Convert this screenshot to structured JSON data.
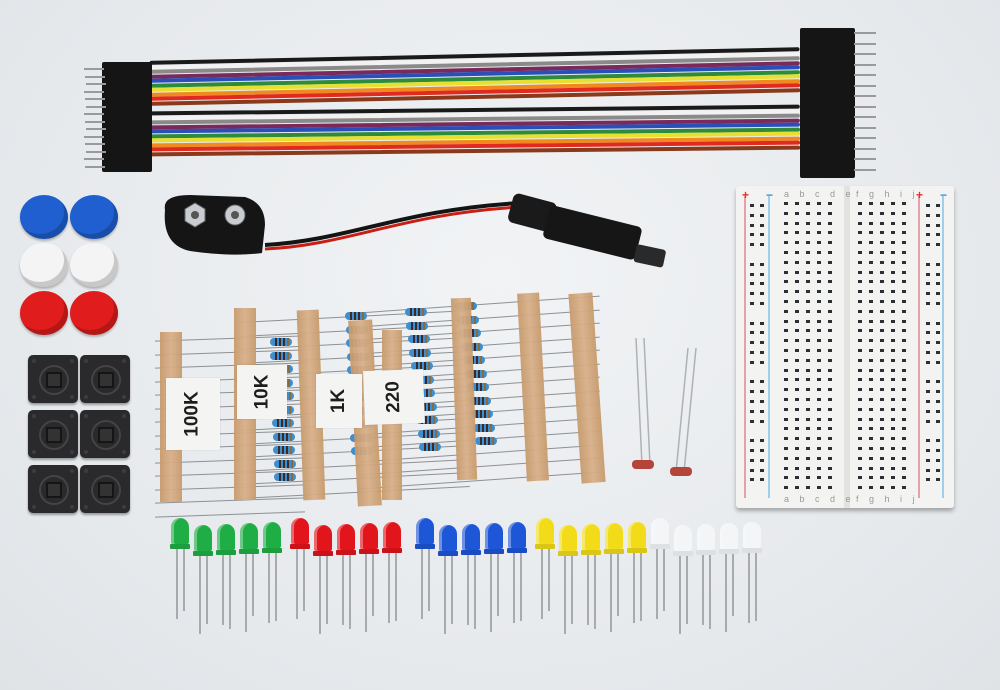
{
  "scene": {
    "title": "Electronics starter kit components",
    "background_color": "#e9ecef"
  },
  "jumper_wires": {
    "label": "Male-to-male jumper wire ribbons",
    "ribbon_count": 2,
    "colors": [
      "#1a1a1a",
      "#f2f2f2",
      "#8a8a8a",
      "#7a2a5a",
      "#2a4fb8",
      "#2e8a3c",
      "#e8e030",
      "#f08a20",
      "#e02a20",
      "#8a3a1a"
    ]
  },
  "battery_clip": {
    "label": "9V battery snap to DC barrel jack",
    "wire_colors": [
      "#c81e14",
      "#141414"
    ]
  },
  "button_caps": {
    "label": "Tactile button caps",
    "rows": [
      {
        "color": "#1f5fd0",
        "count": 2
      },
      {
        "color": "#f4f4f4",
        "count": 2
      },
      {
        "color": "#e01c1c",
        "count": 2
      }
    ]
  },
  "tactile_switches": {
    "label": "12mm tactile push switches",
    "count": 6
  },
  "resistors": {
    "label": "Resistor strips",
    "groups": [
      {
        "value": "100K"
      },
      {
        "value": "10K"
      },
      {
        "value": "1K"
      },
      {
        "value": "220"
      }
    ]
  },
  "photoresistors": {
    "label": "Light dependent resistors",
    "count": 2
  },
  "breadboard": {
    "label": "400 tie-point solderless breadboard",
    "columns_left": "a b c d e",
    "columns_right": "f g h i j",
    "rows": 30,
    "plus": "+",
    "minus": "−"
  },
  "leds": {
    "label": "5mm LEDs",
    "groups": [
      {
        "color": "green",
        "hex": "#1fae45",
        "count": 5
      },
      {
        "color": "red",
        "hex": "#e2141c",
        "count": 5
      },
      {
        "color": "blue",
        "hex": "#1e56d8",
        "count": 5
      },
      {
        "color": "yellow",
        "hex": "#f2dc1a",
        "count": 5
      },
      {
        "color": "white",
        "hex": "#f6f7f8",
        "count": 5
      }
    ]
  }
}
